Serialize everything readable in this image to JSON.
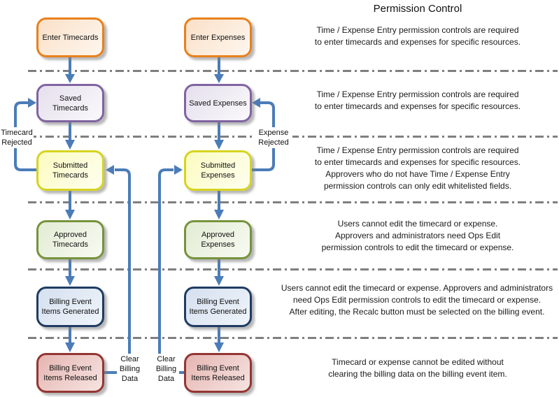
{
  "title": "Permission Control",
  "columns": {
    "timecards": {
      "steps": [
        "Enter Timecards",
        "Saved Timecards",
        "Submitted Timecards",
        "Approved Timecards",
        "Billing Event Items Generated",
        "Billing Event Items Released"
      ],
      "reject_label": "Timecard Rejected",
      "clear_label": "Clear Billing Data"
    },
    "expenses": {
      "steps": [
        "Enter Expenses",
        "Saved Expenses",
        "Submitted Expenses",
        "Approved Expenses",
        "Billing Event Items Generated",
        "Billing Event Items Released"
      ],
      "reject_label": "Expense Rejected",
      "clear_label": "Clear Billing Data"
    }
  },
  "annotations": [
    {
      "lines": [
        "Time / Expense Entry permission controls are required",
        "to enter timecards and expenses for specific resources."
      ]
    },
    {
      "lines": [
        "Time / Expense Entry permission controls are required",
        "to enter timecards and expenses for specific resources."
      ]
    },
    {
      "lines": [
        "Time / Expense Entry permission controls are required",
        "to enter timecards and expenses for specific resources.",
        "Approvers who do not have Time / Expense Entry",
        "permission controls can only edit whitelisted fields."
      ]
    },
    {
      "lines": [
        "Users cannot edit the timecard or expense.",
        "Approvers and administrators need Ops Edit",
        "permission controls to edit the timecard or expense."
      ]
    },
    {
      "lines": [
        "Users cannot edit the timecard or expense. Approvers and administrators",
        "need Ops Edit permission controls to edit the timecard or expense.",
        "After editing, the Recalc button must be selected on the billing event."
      ]
    },
    {
      "lines": [
        "Timecard or expense cannot be edited without",
        "clearing the billing data on the billing event item."
      ]
    }
  ],
  "colors": {
    "node_enter": "#E8811C",
    "node_saved": "#8064A2",
    "node_submitted": "#D6D420",
    "node_approved": "#77933C",
    "node_generated": "#1F3C61",
    "node_released": "#943634",
    "connector": "#4B7CB8",
    "separator": "#7F7F7F"
  }
}
